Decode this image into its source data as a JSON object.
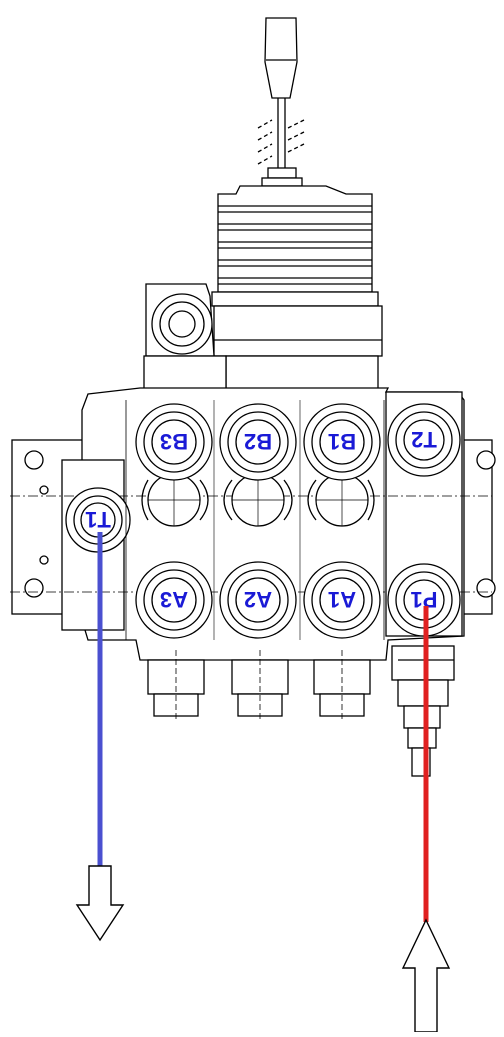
{
  "diagram": {
    "type": "hydraulic-directional-control-valve",
    "ports": {
      "B3": "B3",
      "B2": "B2",
      "B1": "B1",
      "T2": "T2",
      "T1": "T1",
      "A3": "A3",
      "A2": "A2",
      "A1": "A1",
      "P1": "P1"
    },
    "label_color": "#1a1ad6",
    "flow": {
      "return": {
        "port": "T1",
        "direction": "out",
        "color": "#4a50d0"
      },
      "pressure": {
        "port": "P1",
        "direction": "in",
        "color": "#e02020"
      }
    }
  }
}
